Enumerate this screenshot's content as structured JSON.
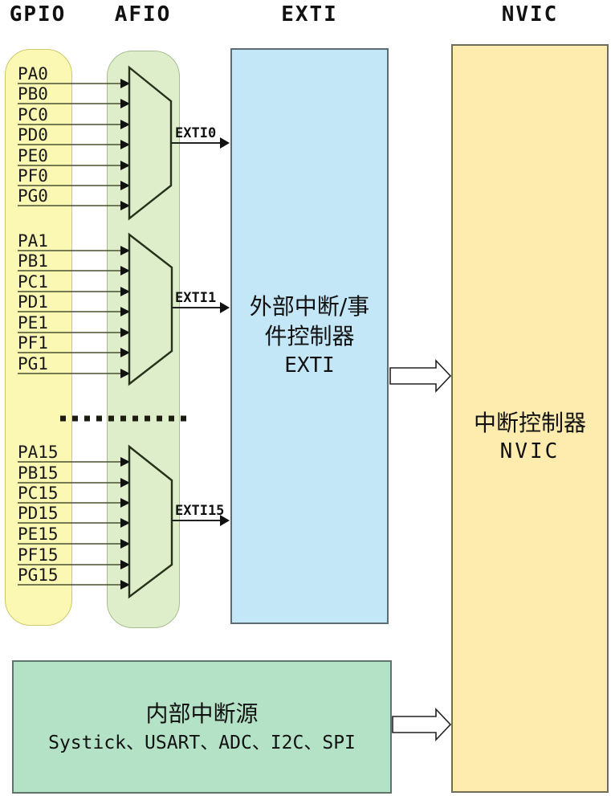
{
  "headers": {
    "gpio": "GPIO",
    "afio": "AFIO",
    "exti": "EXTI",
    "nvic": "NVIC"
  },
  "pin_groups": [
    {
      "exti_label": "EXTI0",
      "pins": [
        "PA0",
        "PB0",
        "PC0",
        "PD0",
        "PE0",
        "PF0",
        "PG0"
      ]
    },
    {
      "exti_label": "EXTI1",
      "pins": [
        "PA1",
        "PB1",
        "PC1",
        "PD1",
        "PE1",
        "PF1",
        "PG1"
      ]
    },
    {
      "exti_label": "EXTI15",
      "pins": [
        "PA15",
        "PB15",
        "PC15",
        "PD15",
        "PE15",
        "PF15",
        "PG15"
      ]
    }
  ],
  "exti_box": {
    "line1": "外部中断/事",
    "line2": "件控制器",
    "line3": "EXTI"
  },
  "nvic_box": {
    "line1": "中断控制器",
    "line2": "NVIC"
  },
  "internal_box": {
    "line1": "内部中断源",
    "line2": "Systick、USART、ADC、I2C、SPI"
  },
  "colors": {
    "gpio_fill": "#faf8b2",
    "afio_fill": "#deeecb",
    "exti_fill": "#c4e7f7",
    "nvic_fill": "#feecaf",
    "internal_fill": "#b4e2c6",
    "background": "#ffffff"
  }
}
